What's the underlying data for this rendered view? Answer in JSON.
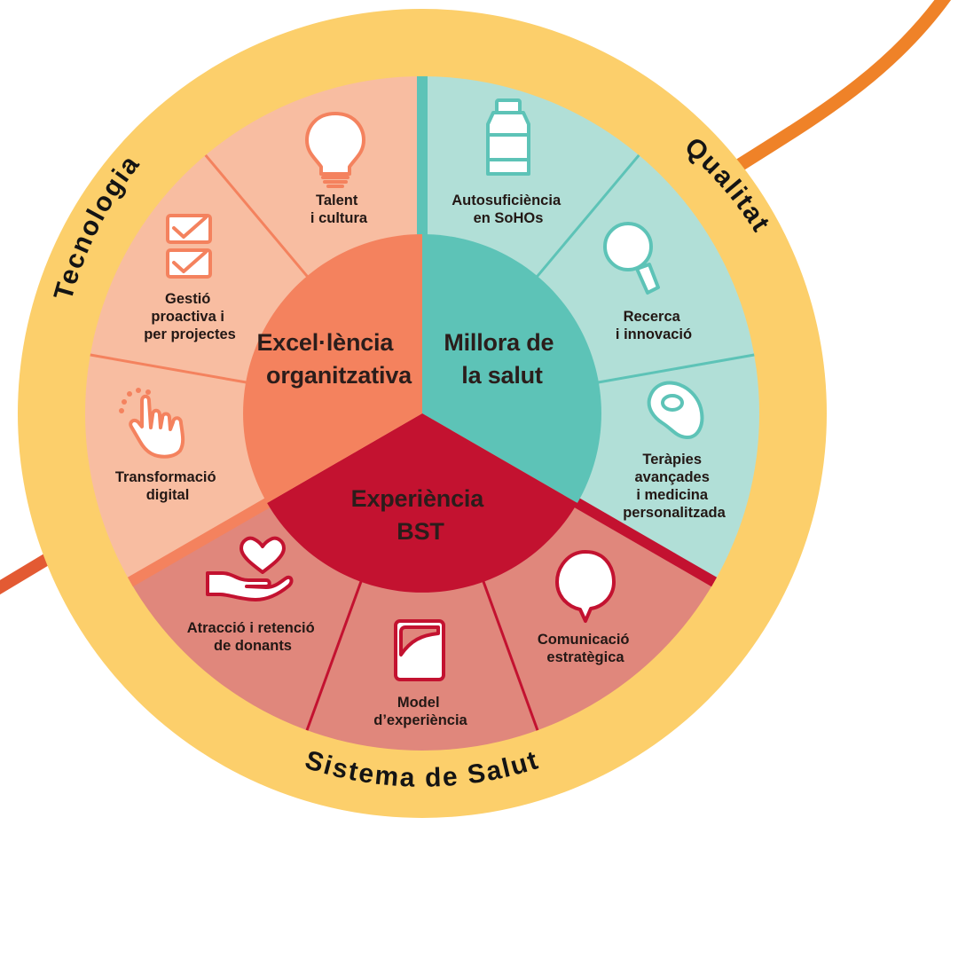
{
  "ring_labels": {
    "left": "Tecnologia",
    "right": "Qualitat",
    "bottom": "Sistema de Salut"
  },
  "core": {
    "left": [
      "Excel·lència",
      "organitzativa"
    ],
    "right": [
      "Millora de",
      "la salut"
    ],
    "bottom": [
      "Experiència",
      "BST"
    ]
  },
  "segments": {
    "talent": [
      "Talent",
      "i cultura"
    ],
    "gestio": [
      "Gestió",
      "proactiva i",
      "per projectes"
    ],
    "transformacio": [
      "Transformació",
      "digital"
    ],
    "autosuficiencia": [
      "Autosuficiència",
      "en SoHOs"
    ],
    "recerca": [
      "Recerca",
      "i innovació"
    ],
    "terapies": [
      "Teràpies",
      "avançades",
      "i medicina",
      "personalitzada"
    ],
    "comunicacio": [
      "Comunicació",
      "estratègica"
    ],
    "model": [
      "Model",
      "d’experiència"
    ],
    "atraccio": [
      "Atracció i retenció",
      "de donants"
    ]
  },
  "colors": {
    "ring": "#fccf6b",
    "orange_light": "#f8bda1",
    "orange_core": "#f4825e",
    "teal_light": "#b1dfd7",
    "teal_core": "#5dc3b7",
    "red_light": "#e0877c",
    "red_core": "#c31230",
    "curve_orange": "#ef8228",
    "curve_red": "#e35a33"
  }
}
